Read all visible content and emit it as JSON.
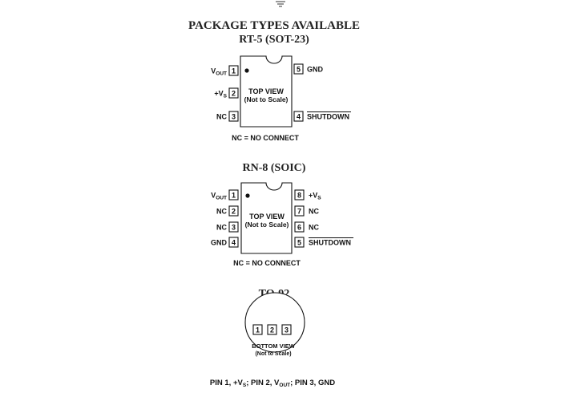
{
  "heading": {
    "title": "PACKAGE TYPES AVAILABLE"
  },
  "rt5": {
    "title": "RT-5 (SOT-23)",
    "view_line1": "TOP VIEW",
    "view_line2": "(Not to Scale)",
    "note": "NC = NO CONNECT",
    "pins": [
      {
        "num": "1",
        "label": "V",
        "sub": "OUT"
      },
      {
        "num": "2",
        "label": "+V",
        "sub": "S"
      },
      {
        "num": "3",
        "label": "NC",
        "sub": ""
      },
      {
        "num": "4",
        "label": "SHUTDOWN",
        "sub": ""
      },
      {
        "num": "5",
        "label": "GND",
        "sub": ""
      }
    ]
  },
  "rn8": {
    "title": "RN-8 (SOIC)",
    "view_line1": "TOP VIEW",
    "view_line2": "(Not to Scale)",
    "note": "NC = NO CONNECT",
    "pins": [
      {
        "num": "1",
        "label": "V",
        "sub": "OUT"
      },
      {
        "num": "2",
        "label": "NC",
        "sub": ""
      },
      {
        "num": "3",
        "label": "NC",
        "sub": ""
      },
      {
        "num": "4",
        "label": "GND",
        "sub": ""
      },
      {
        "num": "5",
        "label": "SHUTDOWN",
        "sub": ""
      },
      {
        "num": "6",
        "label": "NC",
        "sub": ""
      },
      {
        "num": "7",
        "label": "NC",
        "sub": ""
      },
      {
        "num": "8",
        "label": "+V",
        "sub": "S"
      }
    ]
  },
  "to92": {
    "title": "TO-92",
    "view_line1": "BOTTOM VIEW",
    "view_line2": "(Not to Scale)",
    "pin_nums": [
      "1",
      "2",
      "3"
    ],
    "caption": {
      "p1": "PIN 1, +V",
      "p1_sub": "S",
      "p2": "; PIN 2, V",
      "p2_sub": "OUT",
      "p3": "; PIN 3, GND"
    }
  }
}
